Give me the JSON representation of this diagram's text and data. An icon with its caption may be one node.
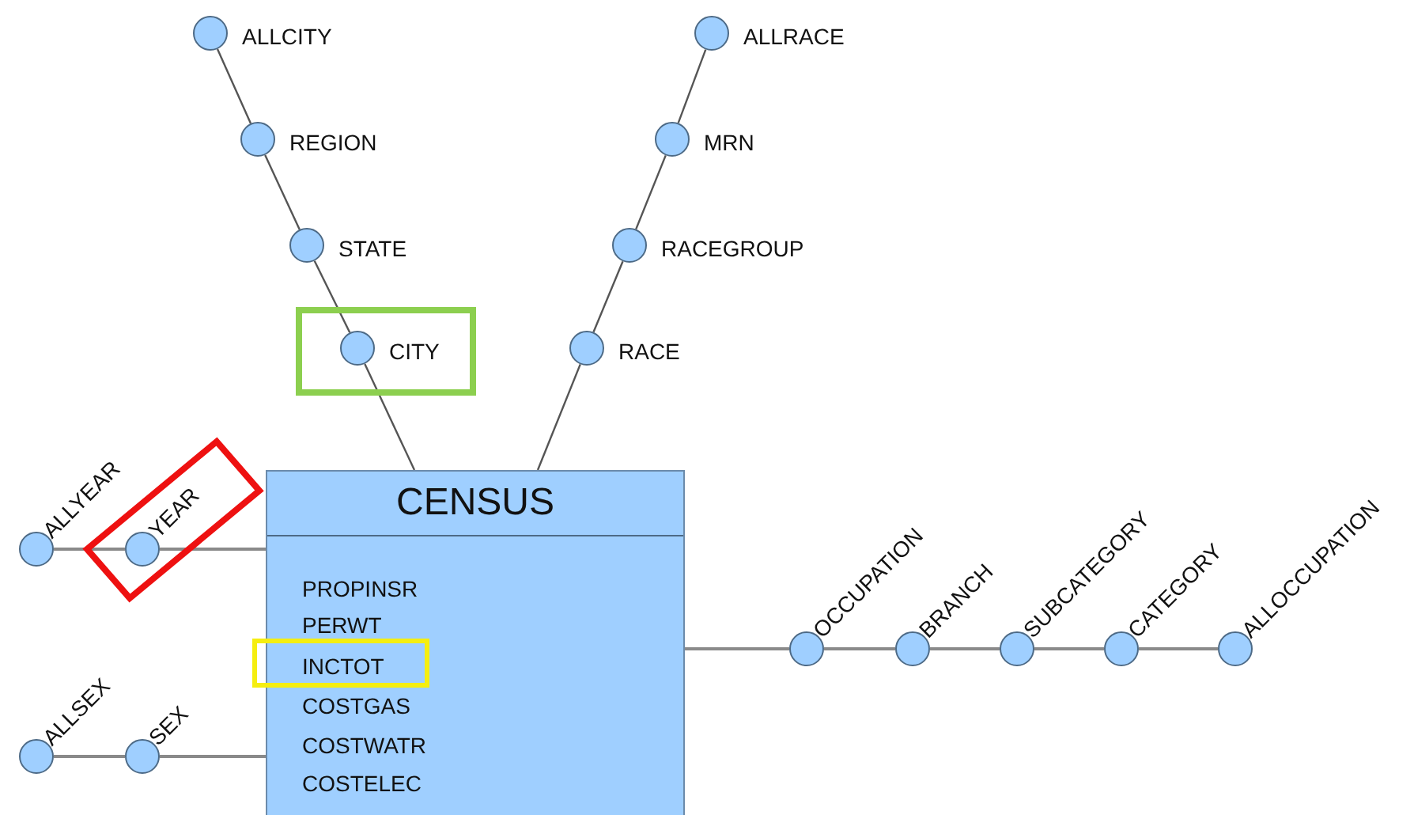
{
  "diagram": {
    "nodes": [
      {
        "text": [],
        "shape": "circle",
        "beside": [
          "ALLCITY"
        ]
      },
      {
        "text": [],
        "shape": "circle",
        "beside": [
          "ALLRACE"
        ]
      },
      {
        "text": [],
        "shape": "circle",
        "beside": [
          "REGION"
        ]
      },
      {
        "text": [],
        "shape": "circle",
        "beside": [
          "MRN"
        ]
      },
      {
        "text": [],
        "shape": "circle",
        "beside": [
          "STATE"
        ]
      },
      {
        "text": [],
        "shape": "circle",
        "beside": [
          "RACEGROUP"
        ]
      },
      {
        "text": [],
        "shape": "circle",
        "beside": [
          "CITY"
        ]
      },
      {
        "text": [],
        "shape": "circle",
        "beside": [
          "RACE"
        ]
      },
      {
        "text": [
          "CENSUS",
          "PROPINSR",
          "PERWT",
          "INCTOT",
          "COSTGAS",
          "COSTWATR",
          "COSTELEC"
        ]
      },
      {
        "text": [],
        "shape": "circle",
        "beside": [
          "ALLYEAR"
        ]
      },
      {
        "text": [],
        "shape": "circle",
        "beside": [
          "YEAR"
        ]
      },
      {
        "text": [],
        "shape": "circle",
        "beside": [
          "OCCUPATION"
        ]
      },
      {
        "text": [],
        "shape": "circle",
        "beside": [
          "BRANCH"
        ]
      },
      {
        "text": [],
        "shape": "circle",
        "beside": [
          "SUBCATEGORY"
        ]
      },
      {
        "text": [],
        "shape": "circle",
        "beside": [
          "CATEGORY"
        ]
      },
      {
        "text": [],
        "shape": "circle",
        "beside": [
          "ALLOCCUPATION"
        ]
      },
      {
        "text": [],
        "shape": "circle",
        "beside": [
          "ALLSEX"
        ]
      },
      {
        "text": [],
        "shape": "circle",
        "beside": [
          "SEX"
        ]
      }
    ],
    "edges": [
      {
        "from": 0,
        "to": 2,
        "arrow": "none"
      },
      {
        "from": 2,
        "to": 4,
        "arrow": "none"
      },
      {
        "from": 4,
        "to": 6,
        "arrow": "none"
      },
      {
        "from": 6,
        "to": 8,
        "arrow": "none"
      },
      {
        "from": 1,
        "to": 3,
        "arrow": "none"
      },
      {
        "from": 3,
        "to": 5,
        "arrow": "none"
      },
      {
        "from": 5,
        "to": 7,
        "arrow": "none"
      },
      {
        "from": 7,
        "to": 8,
        "arrow": "none"
      },
      {
        "from": 9,
        "to": 10,
        "arrow": "none"
      },
      {
        "from": 10,
        "to": 8,
        "arrow": "none"
      },
      {
        "from": 8,
        "to": 11,
        "arrow": "none"
      },
      {
        "from": 11,
        "to": 12,
        "arrow": "none"
      },
      {
        "from": 12,
        "to": 13,
        "arrow": "none"
      },
      {
        "from": 13,
        "to": 14,
        "arrow": "none"
      },
      {
        "from": 14,
        "to": 15,
        "arrow": "none"
      },
      {
        "from": 16,
        "to": 17,
        "arrow": "none"
      },
      {
        "from": 17,
        "to": 8,
        "arrow": "none"
      }
    ]
  }
}
